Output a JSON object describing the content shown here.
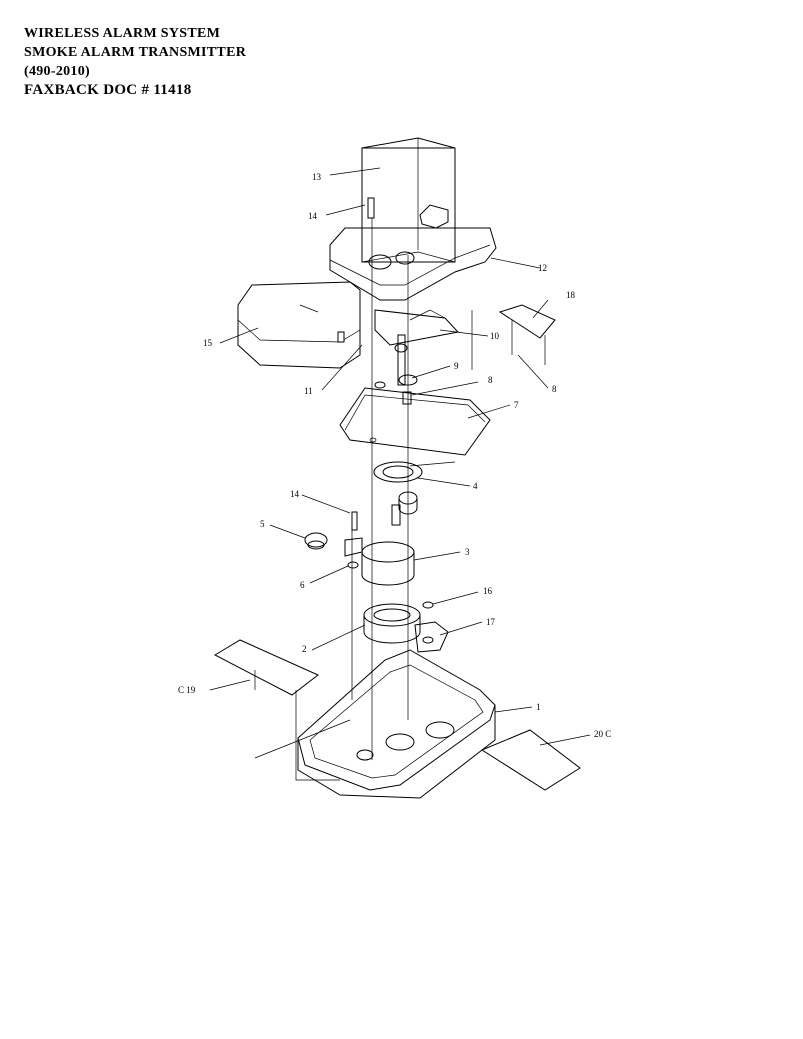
{
  "header": {
    "line1": "WIRELESS ALARM SYSTEM",
    "line2": "SMOKE ALARM TRANSMITTER",
    "line3": "(490-2010)",
    "line4": "FAXBACK DOC # 11418"
  },
  "callouts": {
    "c13": "13",
    "c14a": "14",
    "c12": "12",
    "c18": "18",
    "c15": "15",
    "c10": "10",
    "c11": "11",
    "c9": "9",
    "c8a": "8",
    "c8b": "8",
    "c7": "7",
    "c4": "4",
    "c14b": "14",
    "c5": "5",
    "c3": "3",
    "c6": "6",
    "c16": "16",
    "c2": "2",
    "c17": "17",
    "c19": "C 19",
    "c1": "1",
    "c20": "20 C"
  }
}
